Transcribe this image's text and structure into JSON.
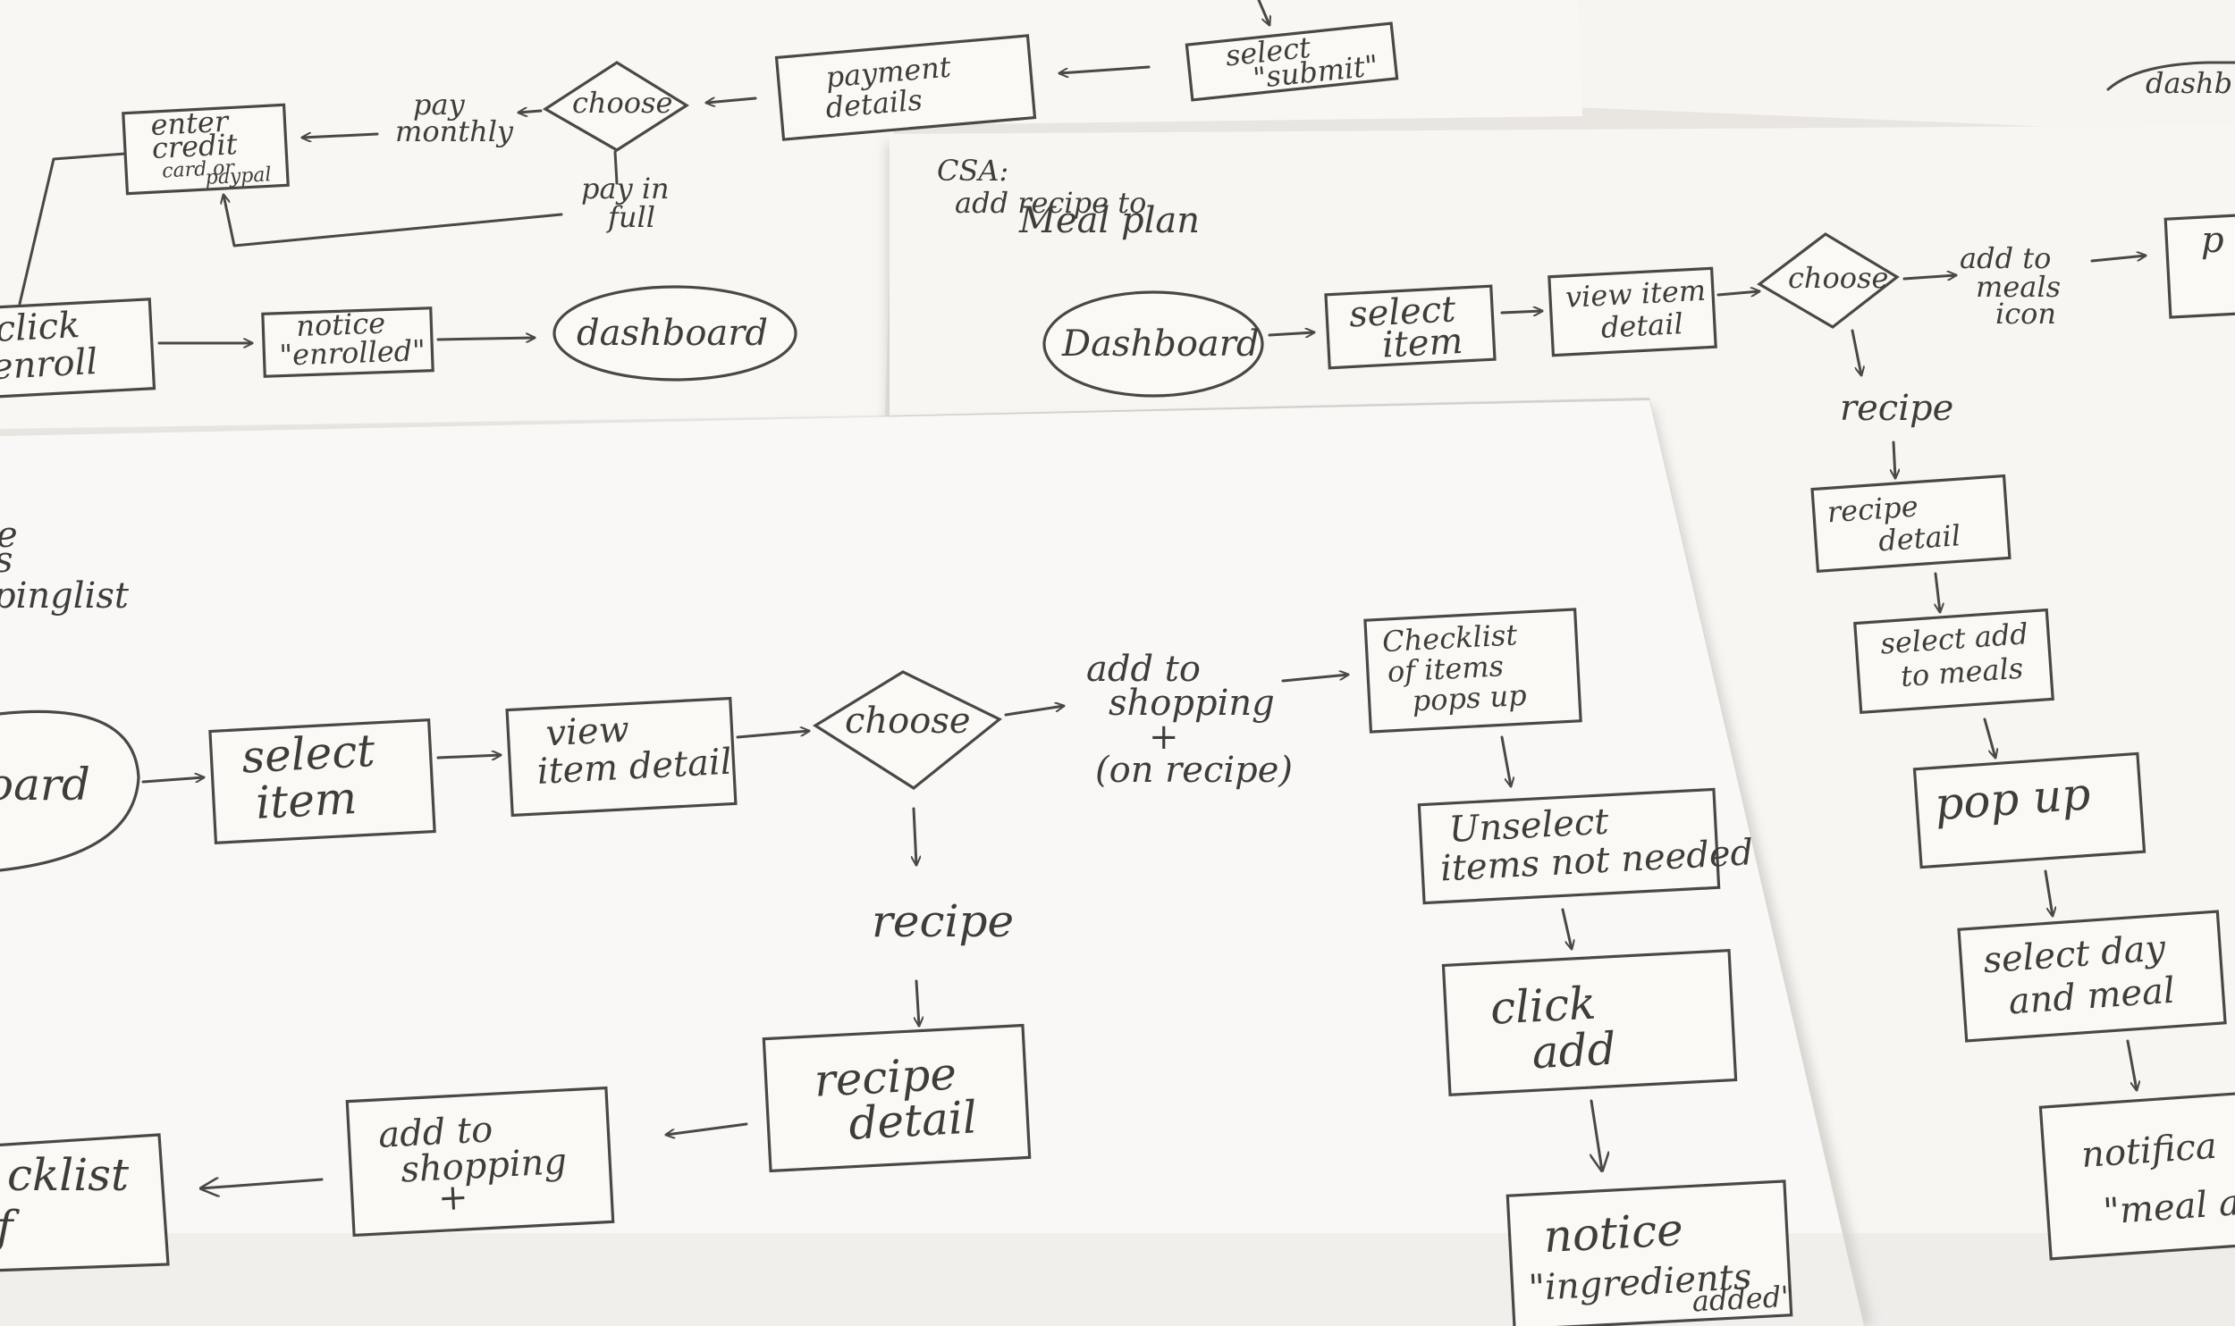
{
  "sheet_top": {
    "labels": {
      "select_submit": [
        "select",
        "\"submit\""
      ],
      "payment_details": [
        "payment",
        "details"
      ],
      "choose": "choose",
      "pay_monthly": [
        "pay",
        "monthly"
      ],
      "pay_in_full": [
        "pay in",
        "full"
      ],
      "enter_credit": [
        "enter",
        "credit",
        "card or",
        "paypal"
      ],
      "click_enroll": [
        "click",
        "enroll"
      ],
      "notice_enrolled": [
        "notice",
        "\"enrolled\""
      ],
      "dashboard": "dashboard"
    }
  },
  "sheet_right_corner": {
    "labels": {
      "dashboard_partial": "dashb"
    }
  },
  "sheet_middle": {
    "labels": {
      "heading": [
        "CSA:",
        "add recipe to",
        "Meal plan"
      ],
      "dashboard": "Dashboard",
      "select_item": [
        "select",
        "item"
      ],
      "view_item_detail": [
        "view item",
        "detail"
      ],
      "choose": "choose",
      "add_to_meals_icon": [
        "add to",
        "meals",
        "icon"
      ],
      "partial_box": "p",
      "recipe": "recipe",
      "recipe_detail": [
        "recipe",
        "detail"
      ],
      "select_add_to_meals": [
        "select add",
        "to meals"
      ],
      "pop_up": "pop up",
      "select_day_and_meal": [
        "select day",
        "and meal"
      ],
      "notification": [
        "notifica",
        "\"meal a"
      ]
    }
  },
  "sheet_front": {
    "labels": {
      "heading_partial": [
        "e",
        "s",
        "pinglist"
      ],
      "dashboard_partial": "oard",
      "select_item": [
        "select",
        "item"
      ],
      "view_item_detail": [
        "view",
        "item detail"
      ],
      "choose": "choose",
      "add_to_shopping": [
        "add to",
        "shopping",
        "+",
        "(on recipe)"
      ],
      "checklist": [
        "Checklist",
        "of items",
        "pops up"
      ],
      "unselect": [
        "Unselect",
        "items not needed"
      ],
      "click_add": [
        "click",
        "add"
      ],
      "notice_ingredients": [
        "notice",
        "\"ingredients",
        "added\""
      ],
      "recipe": "recipe",
      "recipe_detail": [
        "recipe",
        "detail"
      ],
      "add_to_shopping_plus": [
        "add to",
        "shopping",
        "+"
      ],
      "checklist_partial": [
        "cklist",
        "f"
      ]
    }
  }
}
